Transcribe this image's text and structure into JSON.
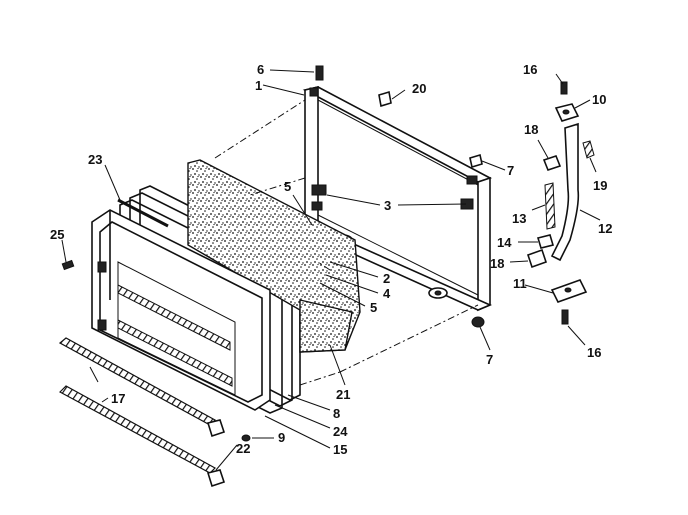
{
  "labels": {
    "l1": "1",
    "l2": "2",
    "l3": "3",
    "l4": "4",
    "l5a": "5",
    "l5b": "5",
    "l6": "6",
    "l7a": "7",
    "l7b": "7",
    "l8": "8",
    "l9": "9",
    "l10": "10",
    "l11": "11",
    "l12": "12",
    "l13": "13",
    "l14": "14",
    "l15": "15",
    "l16a": "16",
    "l16b": "16",
    "l17": "17",
    "l18a": "18",
    "l18b": "18",
    "l19": "19",
    "l20": "20",
    "l21": "21",
    "l22": "22",
    "l23": "23",
    "l24": "24",
    "l25": "25"
  },
  "colors": {
    "ink": "#111111",
    "paper": "#ffffff"
  }
}
